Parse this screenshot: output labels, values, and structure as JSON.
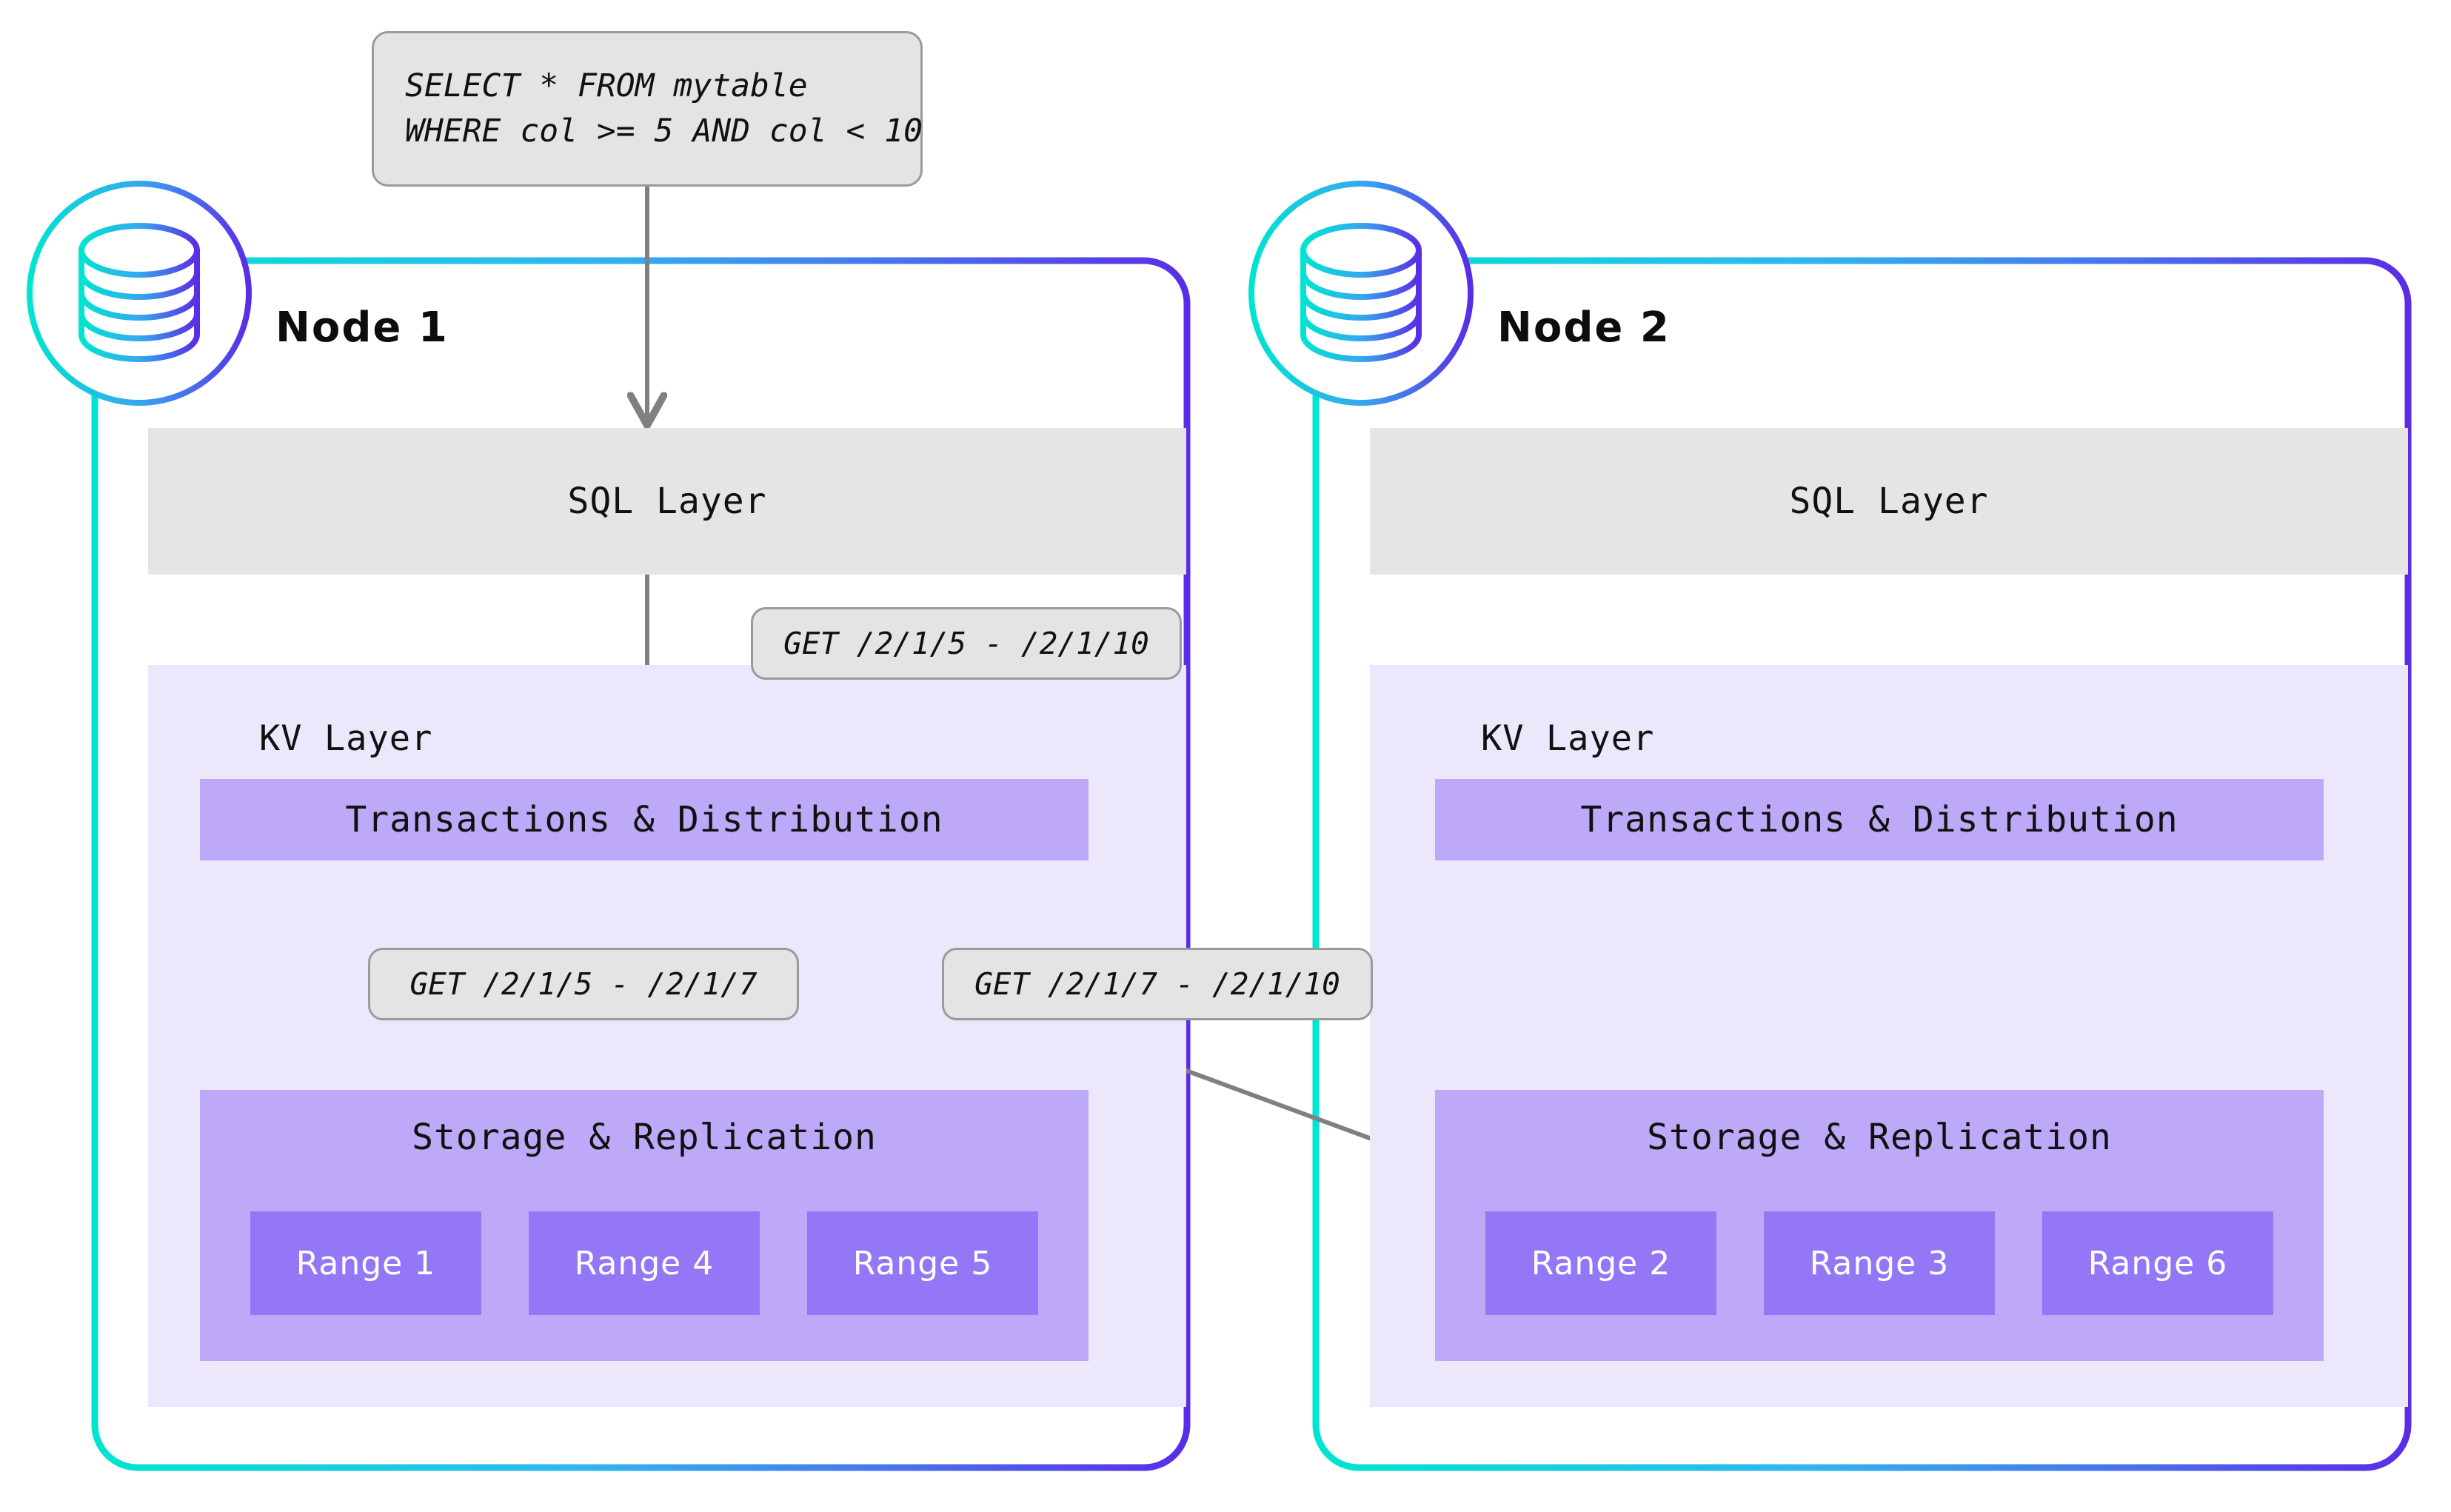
{
  "diagram": {
    "title": "CockroachDB distributed SQL query routing across two nodes",
    "colors": {
      "gradient_start": "#00e5d0",
      "gradient_mid": "#3ba0ee",
      "gradient_end": "#5b2ce6",
      "sql_layer_bg": "#e5e5e5",
      "kv_layer_bg": "#ece7fb",
      "component_bg": "#bda9f8",
      "range_bg": "#9477f7",
      "callout_bg": "#e4e4e4",
      "callout_border": "#9a9a9a",
      "arrow": "#808080",
      "text": "#111111",
      "range_text": "#ffffff"
    }
  },
  "query": {
    "line1": "SELECT * FROM mytable",
    "line2": "WHERE col >= 5 AND col < 10"
  },
  "nodes": [
    {
      "title": "Node 1",
      "icon": "database-cylinder-icon",
      "sql_layer_label": "SQL Layer",
      "kv_layer_label": "KV Layer",
      "transactions_label": "Transactions & Distribution",
      "storage_label": "Storage & Replication",
      "ranges": [
        {
          "label": "Range 1"
        },
        {
          "label": "Range 4"
        },
        {
          "label": "Range 5"
        }
      ]
    },
    {
      "title": "Node 2",
      "icon": "database-cylinder-icon",
      "sql_layer_label": "SQL Layer",
      "kv_layer_label": "KV Layer",
      "transactions_label": "Transactions & Distribution",
      "storage_label": "Storage & Replication",
      "ranges": [
        {
          "label": "Range 2"
        },
        {
          "label": "Range 3"
        },
        {
          "label": "Range 6"
        }
      ]
    }
  ],
  "callouts": [
    {
      "label": "GET /2/1/5 - /2/1/10"
    },
    {
      "label": "GET /2/1/5 - /2/1/7"
    },
    {
      "label": "GET /2/1/7 - /2/1/10"
    }
  ]
}
